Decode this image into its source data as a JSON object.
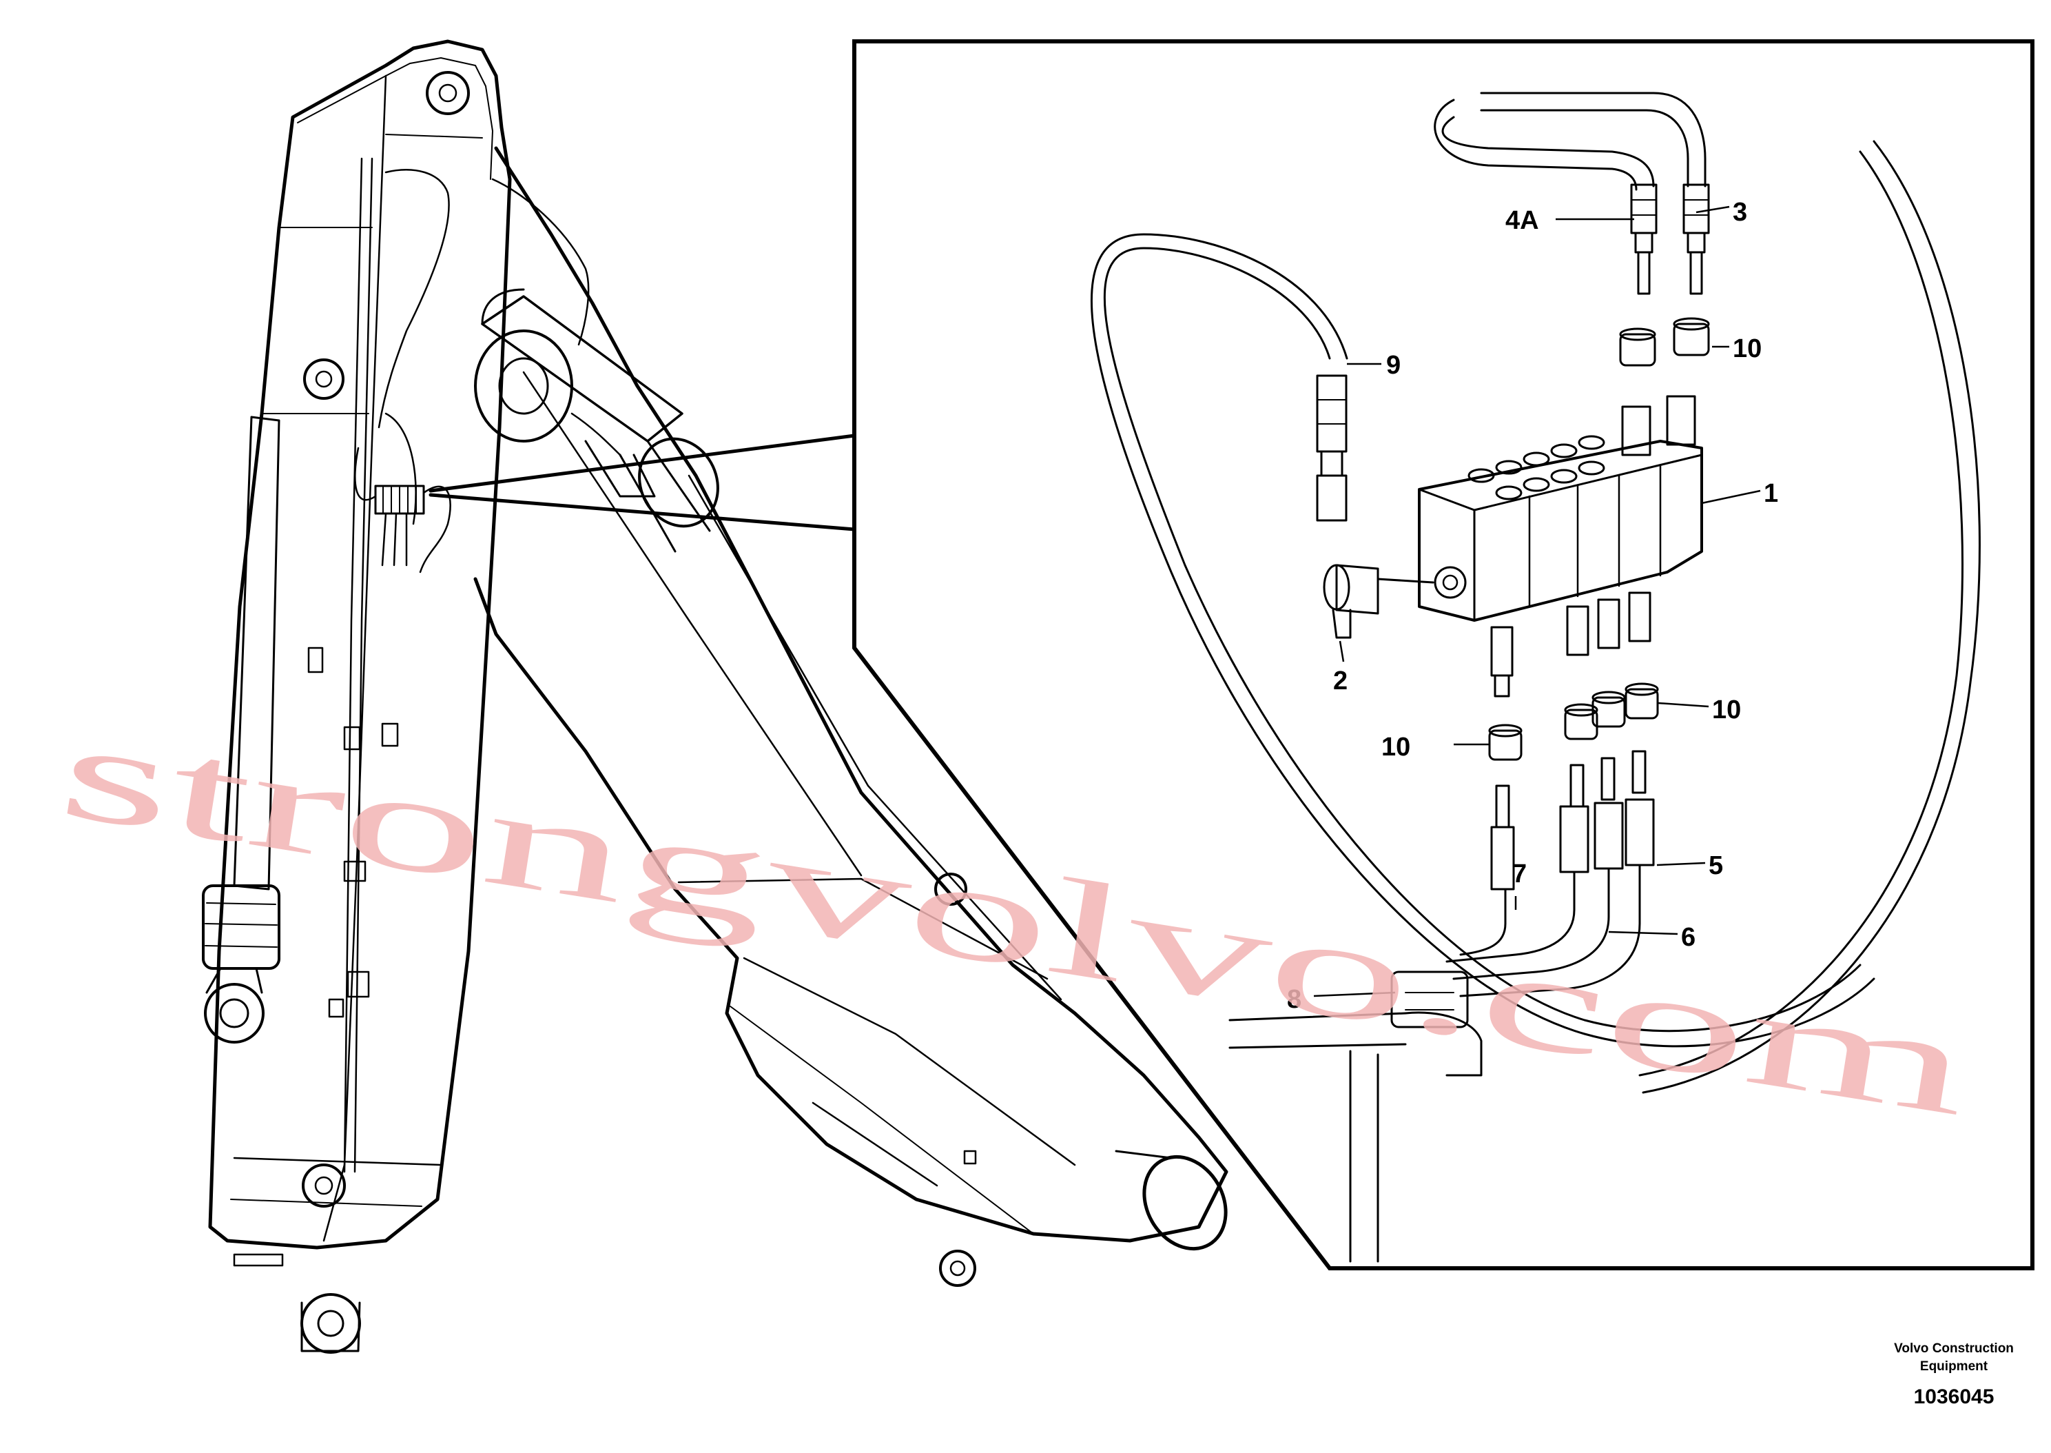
{
  "callouts": {
    "c1": "1",
    "c2": "2",
    "c3": "3",
    "c4a": "4A",
    "c5": "5",
    "c6": "6",
    "c7": "7",
    "c8": "8",
    "c9": "9",
    "c10a": "10",
    "c10b": "10",
    "c10c": "10"
  },
  "watermark": "strongvolvo.com",
  "footer": {
    "line1": "Volvo Construction",
    "line2": "Equipment",
    "drawing_id": "1036045"
  }
}
